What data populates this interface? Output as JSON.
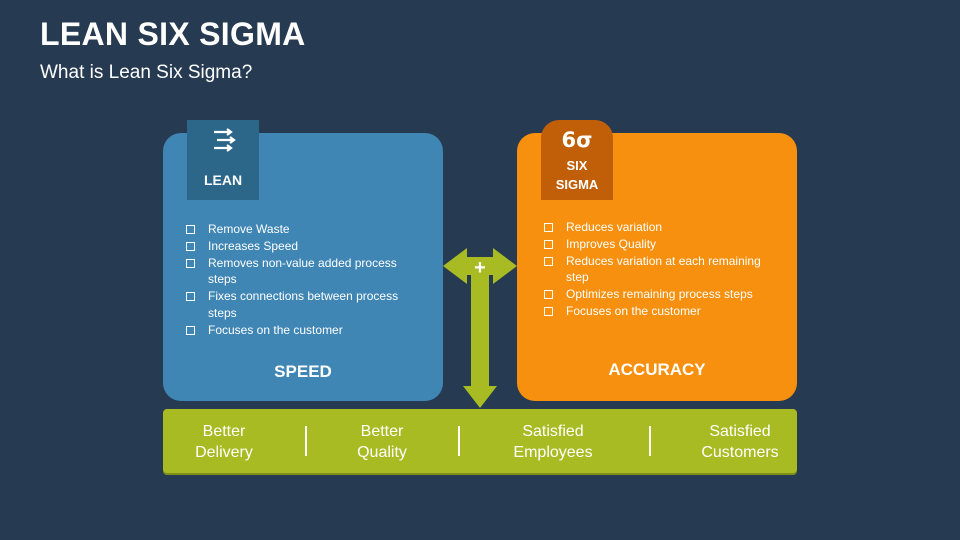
{
  "header": {
    "title": "LEAN SIX SIGMA",
    "subtitle": "What is Lean Six Sigma?"
  },
  "lean": {
    "tab_label": "LEAN",
    "tab_icon": "flow-arrows-icon",
    "bullets": [
      "Remove Waste",
      "Increases Speed",
      "Removes non-value added process steps",
      "Fixes connections between process steps",
      "Focuses on the customer"
    ],
    "footer": "SPEED",
    "color": "#3f86b5",
    "tab_color": "#2c6688"
  },
  "six_sigma": {
    "tab_symbol": "6σ",
    "tab_label_line1": "SIX",
    "tab_label_line2": "SIGMA",
    "bullets": [
      "Reduces variation",
      "Improves Quality",
      "Reduces variation at each remaining step",
      "Optimizes remaining process steps",
      "Focuses on the customer"
    ],
    "footer": "ACCURACY",
    "color": "#f6900e",
    "tab_color": "#c05f08"
  },
  "connector": {
    "symbol": "+",
    "color": "#a9bb23"
  },
  "outcomes": {
    "items": [
      {
        "line1": "Better",
        "line2": "Delivery"
      },
      {
        "line1": "Better",
        "line2": "Quality"
      },
      {
        "line1": "Satisfied",
        "line2": "Employees"
      },
      {
        "line1": "Satisfied",
        "line2": "Customers"
      }
    ],
    "color": "#a9bb23"
  }
}
